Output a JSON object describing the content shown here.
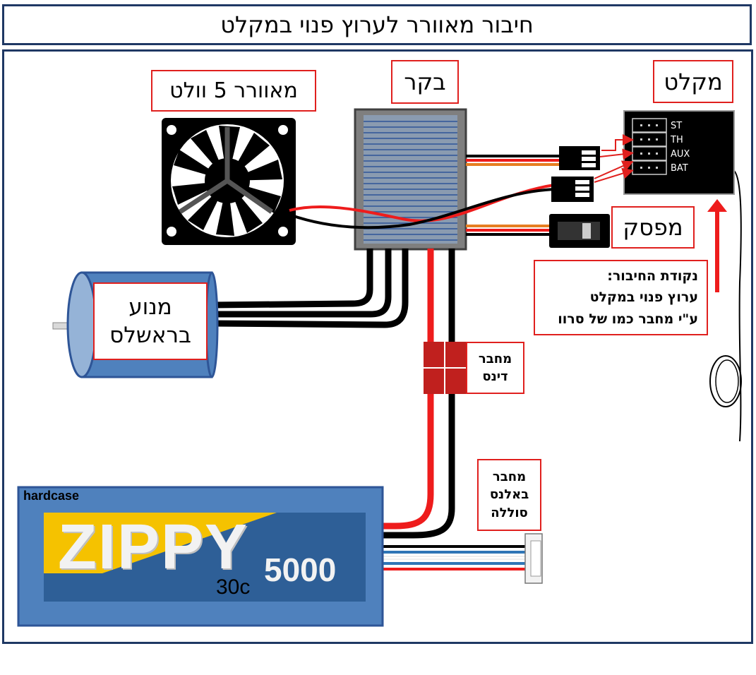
{
  "title": "חיבור מאוורר לערוץ פנוי במקלט",
  "labels": {
    "fan": "מאוורר 5 וולט",
    "esc": "בקר",
    "receiver": "מקלט",
    "switch": "מפסק",
    "motor_line1": "מנוע",
    "motor_line2": "בראשלס",
    "deans_line1": "מחבר",
    "deans_line2": "דינס",
    "balance_line1": "מחבר",
    "balance_line2": "באלנס",
    "balance_line3": "סוללה",
    "note_line1": "נקודת החיבור:",
    "note_line2": "ערוץ פנוי במקלט",
    "note_line3": "ע\"י מחבר כמו של סרוו"
  },
  "receiver_channels": [
    "ST",
    "TH",
    "AUX",
    "BAT"
  ],
  "battery": {
    "case_text": "hardcase",
    "brand": "ZIPPY",
    "capacity": "5000",
    "rating": "30c"
  },
  "colors": {
    "frame": "#1f3864",
    "label_border": "#e0201e",
    "wire_red": "#ee1c1c",
    "wire_orange": "#e67e22",
    "battery_blue": "#4f81bd",
    "brand_yellow": "#f5c200"
  }
}
